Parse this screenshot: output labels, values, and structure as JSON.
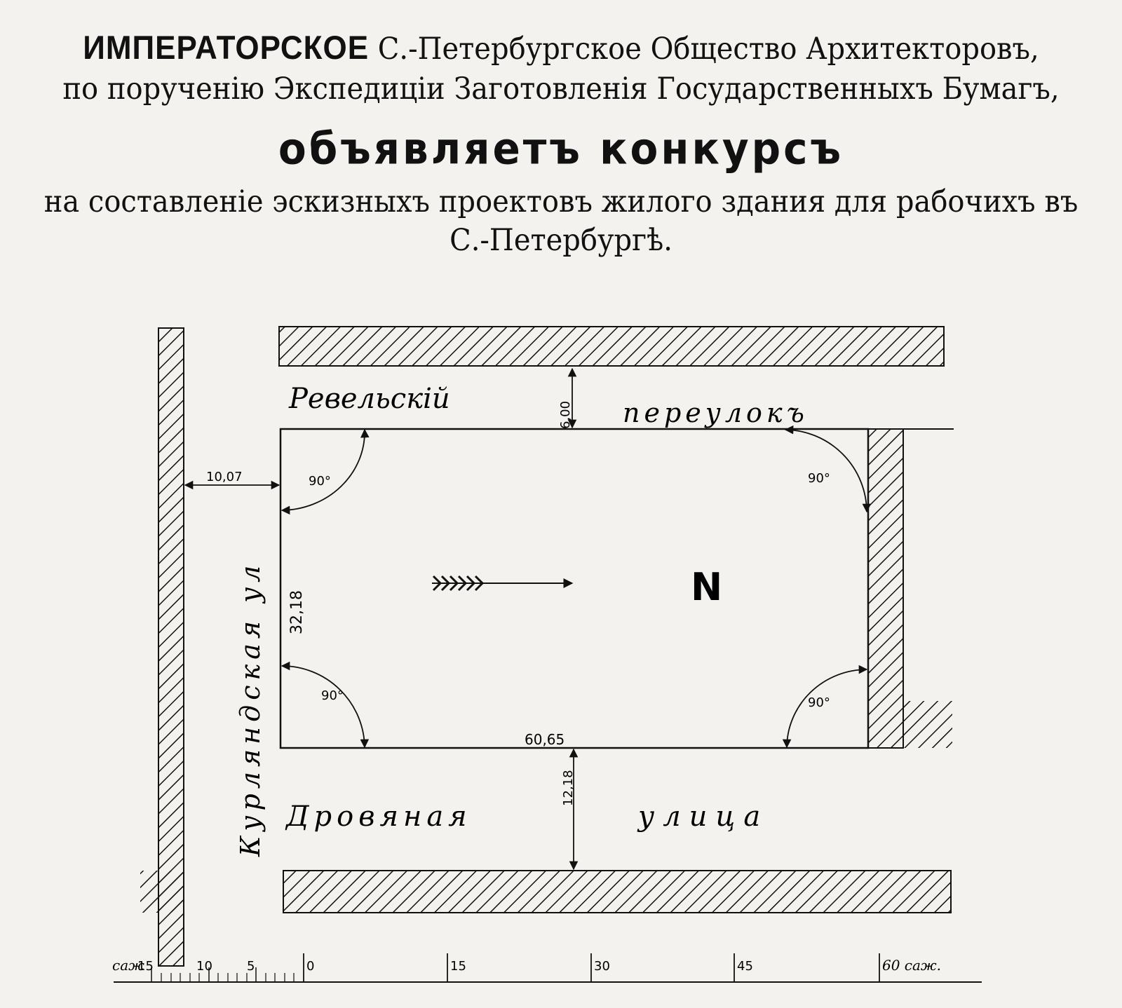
{
  "header": {
    "line1_a": "ИМПЕРАТОРСКОЕ",
    "line1_b": "С.-Петербургское Общество Архитекторовъ,",
    "line2": "по порученію Экспедиціи Заготовленія Государственныхъ Бумагъ,",
    "line3": "объявляетъ конкурсъ",
    "line4": "на составленіе эскизныхъ проектовъ жилого здания для рабочихъ въ",
    "line5": "С.-Петербургѣ."
  },
  "plan": {
    "streets": {
      "revelsky": "Ревельскій",
      "pereulok": "переулокъ",
      "kurlyandskaya": "Курляндская ул",
      "drovyanaya": "Дровяная",
      "ulitsa": "улица"
    },
    "dimensions": {
      "top_gap": "6,00",
      "left_gap": "10,07",
      "height": "32,18",
      "width": "60,65",
      "bottom_gap": "12,18"
    },
    "angles": {
      "top_left": "90°",
      "top_right": "90°",
      "bottom_left": "90°",
      "bottom_right": "90°"
    },
    "north_label": "N"
  },
  "scale": {
    "unit_left": "саж",
    "labels": [
      "15",
      "10",
      "5",
      "0",
      "15",
      "30",
      "45"
    ],
    "label_last": "60 саж."
  }
}
